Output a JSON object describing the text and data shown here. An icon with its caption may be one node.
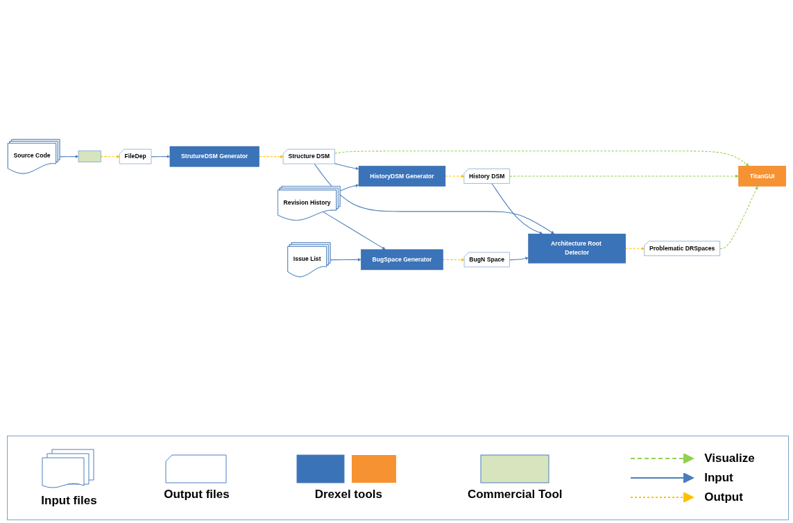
{
  "diagram": {
    "nodes": [
      {
        "text": [
          "Source Code"
        ]
      },
      {
        "text": [
          "Revision History"
        ]
      },
      {
        "text": [
          "Issue List"
        ]
      },
      {
        "text": [],
        "shape": "box"
      },
      {
        "text": [
          "FileDep"
        ]
      },
      {
        "text": [
          "StrutureDSM Generator"
        ]
      },
      {
        "text": [
          "Structure DSM"
        ]
      },
      {
        "text": [
          "HistoryDSM Generator"
        ]
      },
      {
        "text": [
          "History DSM"
        ]
      },
      {
        "text": [
          "BugSpace Generator"
        ]
      },
      {
        "text": [
          "BugN Space"
        ]
      },
      {
        "text": [
          "TitanGUI"
        ]
      },
      {
        "text": [
          "Problematic DRSpaces"
        ]
      },
      {
        "text": [
          "Architecture Root Detector"
        ]
      }
    ],
    "edges": [
      {
        "from": 0,
        "to": 3,
        "arrow": "to"
      },
      {
        "from": 3,
        "to": 4,
        "arrow": "to",
        "style": "dashed",
        "color": "#ffc000"
      },
      {
        "from": 4,
        "to": 5,
        "arrow": "to"
      },
      {
        "from": 5,
        "to": 6,
        "arrow": "to",
        "style": "dashed",
        "color": "#ffc000"
      },
      {
        "from": 6,
        "to": 7,
        "arrow": "to"
      },
      {
        "from": 1,
        "to": 7,
        "arrow": "to"
      },
      {
        "from": 7,
        "to": 8,
        "arrow": "to",
        "style": "dashed",
        "color": "#ffc000"
      },
      {
        "from": 1,
        "to": 9,
        "arrow": "to"
      },
      {
        "from": 2,
        "to": 9,
        "arrow": "to"
      },
      {
        "from": 9,
        "to": 10,
        "arrow": "to",
        "style": "dashed",
        "color": "#ffc000"
      },
      {
        "from": 6,
        "to": 11,
        "arrow": "to",
        "style": "dashed",
        "color": "#92d050"
      },
      {
        "from": 8,
        "to": 11,
        "arrow": "to",
        "style": "dashed",
        "color": "#92d050"
      },
      {
        "from": 6,
        "to": 13,
        "arrow": "to"
      },
      {
        "from": 8,
        "to": 13,
        "arrow": "to"
      },
      {
        "from": 10,
        "to": 13,
        "arrow": "to"
      },
      {
        "from": 13,
        "to": 12,
        "arrow": "to",
        "style": "dashed",
        "color": "#ffc000"
      },
      {
        "from": 12,
        "to": 11,
        "arrow": "to",
        "style": "dashed",
        "color": "#92d050"
      }
    ],
    "legend": [
      {
        "text": "Input files"
      },
      {
        "text": "Output files"
      },
      {
        "text": "Drexel tools",
        "color": "#3b73b9"
      },
      {
        "text": "Commercial Tool",
        "color": "#d7e4bd"
      },
      {
        "text": "Visualize"
      },
      {
        "text": "Input"
      },
      {
        "text": "Output"
      }
    ]
  }
}
